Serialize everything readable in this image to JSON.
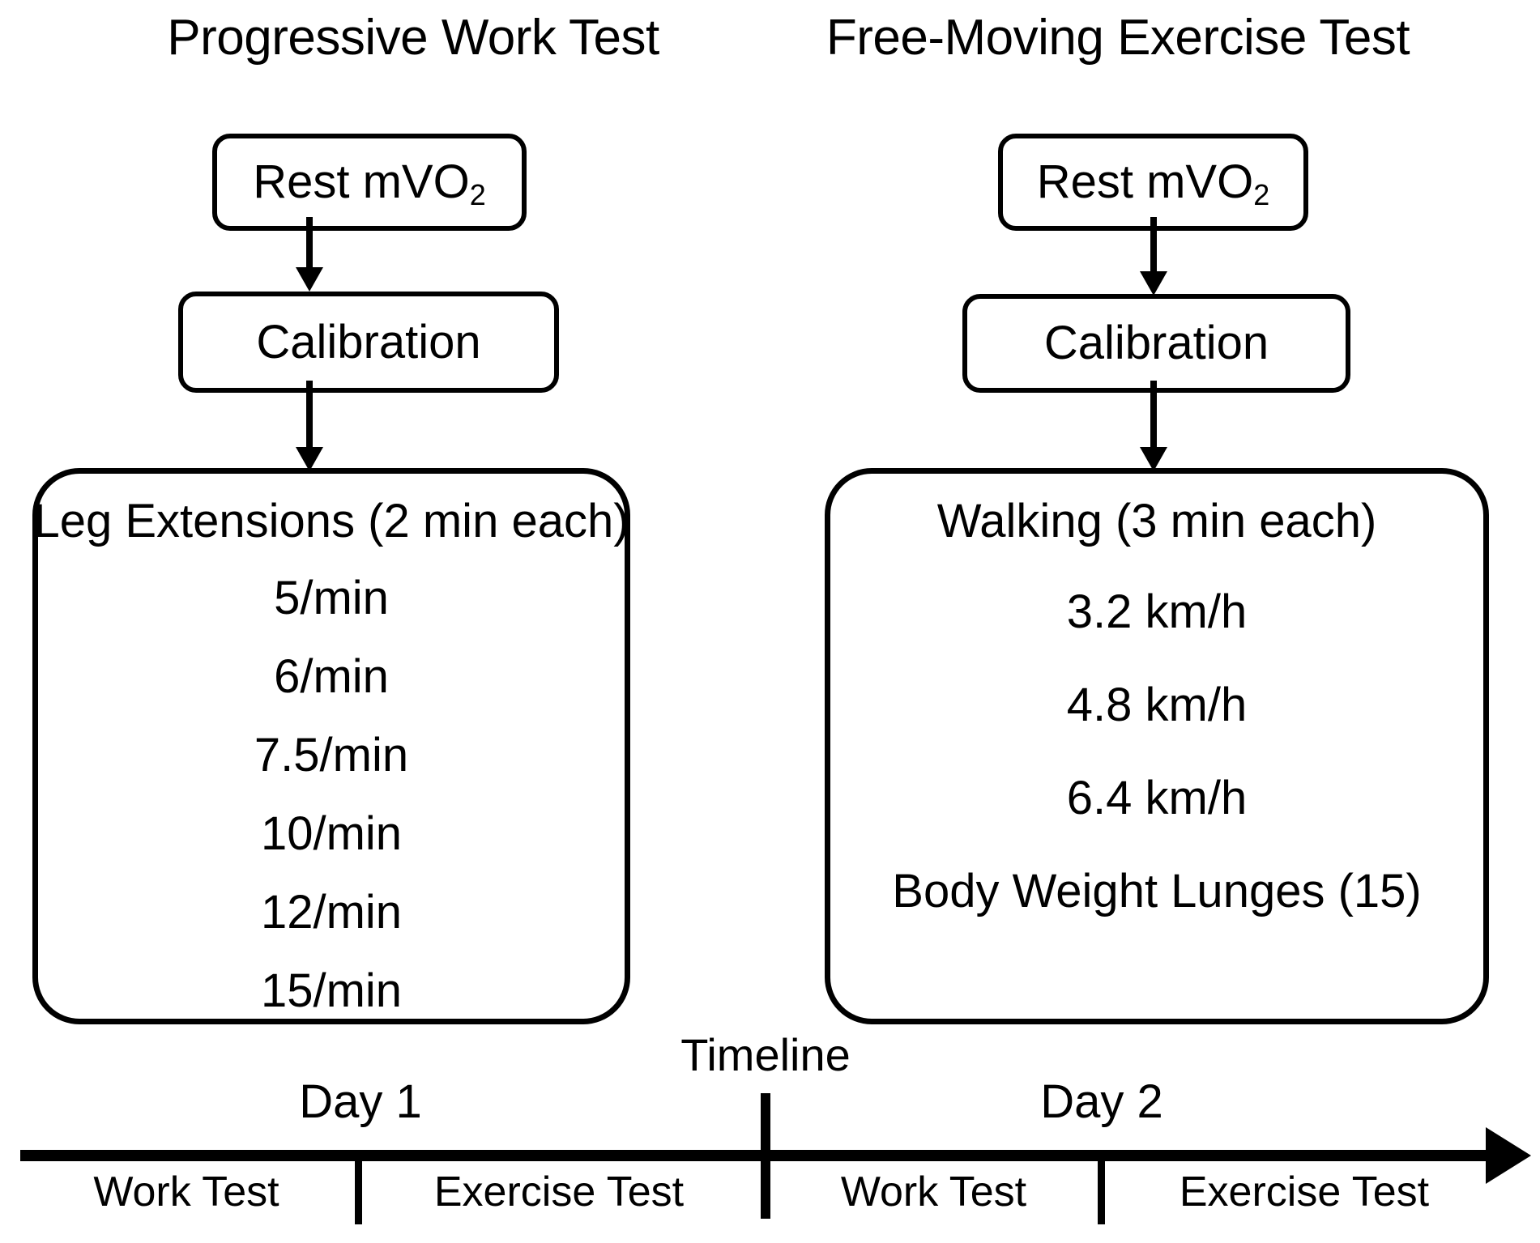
{
  "figure": {
    "type": "flowchart-timeline",
    "background": "#ffffff",
    "stroke_color": "#000000"
  },
  "columns": [
    {
      "id": "progressive-work-test",
      "title": "Progressive Work Test",
      "steps": [
        {
          "id": "rest",
          "label_main": "Rest mVO",
          "label_sub": "2"
        },
        {
          "id": "calibration",
          "label": "Calibration"
        }
      ],
      "protocol": {
        "heading": "Leg Extensions (2 min each)",
        "items": [
          "5/min",
          "6/min",
          "7.5/min",
          "10/min",
          "12/min",
          "15/min"
        ]
      }
    },
    {
      "id": "free-moving-exercise-test",
      "title": "Free-Moving Exercise Test",
      "steps": [
        {
          "id": "rest",
          "label_main": "Rest mVO",
          "label_sub": "2"
        },
        {
          "id": "calibration",
          "label": "Calibration"
        }
      ],
      "protocol": {
        "heading": "Walking (3 min each)",
        "items": [
          "3.2 km/h",
          "4.8 km/h",
          "6.4 km/h",
          "Body Weight Lunges (15)"
        ]
      }
    }
  ],
  "timeline": {
    "caption": "Timeline",
    "days": [
      "Day 1",
      "Day 2"
    ],
    "segments": [
      "Work Test",
      "Exercise Test",
      "Work Test",
      "Exercise Test"
    ],
    "direction": "left-to-right"
  }
}
